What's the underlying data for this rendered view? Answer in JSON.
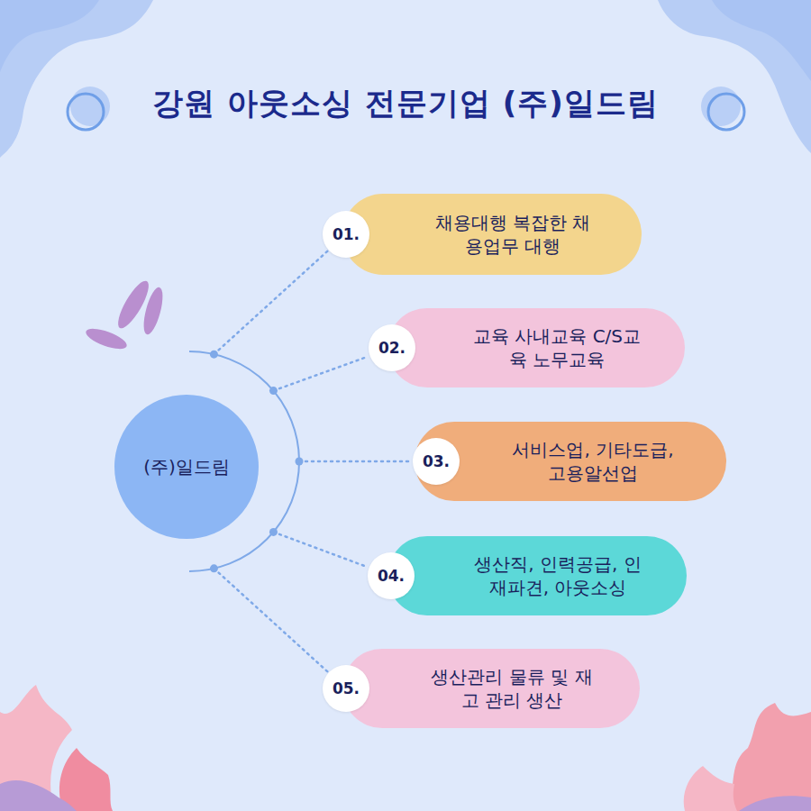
{
  "diagram": {
    "title": "강원 아웃소싱 전문기업 (주)일드림",
    "nodes": [
      {
        "text": [
          "(주)일드림"
        ]
      },
      {
        "text": [
          "채용대행 복잡한 채용업무 대행"
        ]
      },
      {
        "text": [
          "01."
        ],
        "in": 1
      },
      {
        "text": [
          "교육 사내교육 C/S교육 노무교육"
        ]
      },
      {
        "text": [
          "02."
        ],
        "in": 3
      },
      {
        "text": [
          "서비스업, 기타도급, 고용알선업"
        ]
      },
      {
        "text": [
          "03."
        ],
        "in": 5
      },
      {
        "text": [
          "생산직, 인력공급, 인재파견, 아웃소싱"
        ]
      },
      {
        "text": [
          "04."
        ],
        "in": 7
      },
      {
        "text": [
          "생산관리 물류 및 재고 관리 생산"
        ]
      },
      {
        "text": [
          "05."
        ],
        "in": 9
      }
    ],
    "edges": [
      {
        "from": 0,
        "to": 2,
        "arrow": "none"
      },
      {
        "from": 0,
        "to": 4,
        "arrow": "none"
      },
      {
        "from": 0,
        "to": 6,
        "arrow": "none"
      },
      {
        "from": 0,
        "to": 8,
        "arrow": "none"
      },
      {
        "from": 0,
        "to": 10,
        "arrow": "none"
      }
    ]
  }
}
